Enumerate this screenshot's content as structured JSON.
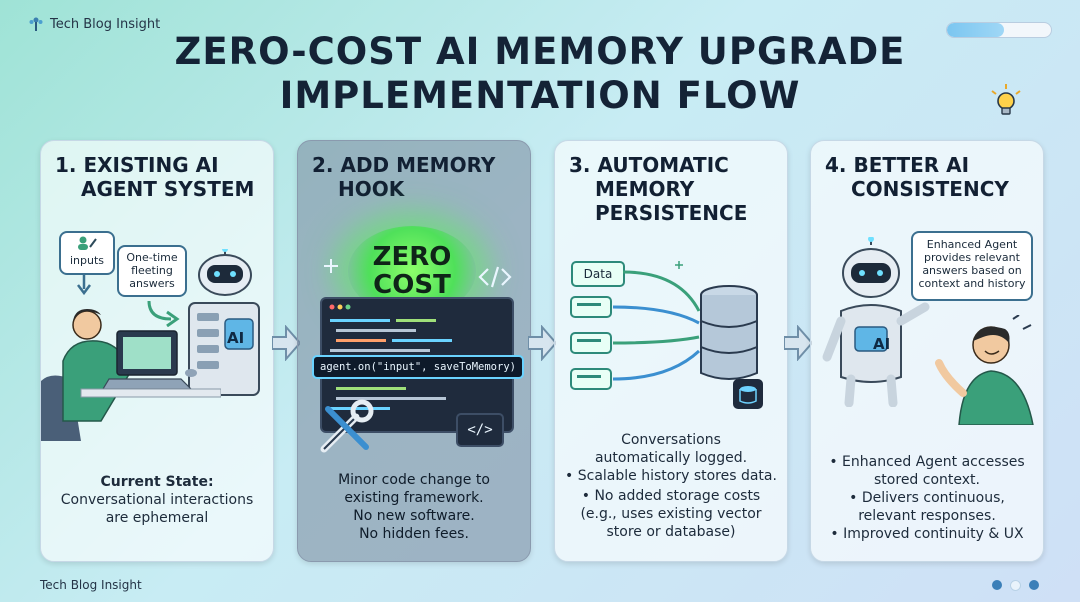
{
  "brand": {
    "name": "Tech Blog Insight"
  },
  "footer": {
    "brand": "Tech Blog Insight"
  },
  "header": {
    "title_line1": "ZERO-COST AI MEMORY UPGRADE",
    "title_line2": "IMPLEMENTATION FLOW"
  },
  "progress": {
    "fraction": 0.55
  },
  "steps": [
    {
      "title_line1": "1.  EXISTING AI",
      "title_line2": "AGENT SYSTEM",
      "bubble_inputs": "inputs",
      "bubble_answers_1": "One-time",
      "bubble_answers_2": "fleeting",
      "bubble_answers_3": "answers",
      "robot_label": "AI",
      "state_heading": "Current State:",
      "state_line1": "Conversational interactions",
      "state_line2": "are ephemeral"
    },
    {
      "title_line1": "2.  ADD MEMORY",
      "title_line2": "HOOK",
      "badge_line1": "ZERO",
      "badge_line2": "COST",
      "code_call": "agent.on(\"input\", saveToMemory)",
      "code_icon": "</>",
      "text_line1": "Minor code change to",
      "text_line2": "existing framework.",
      "text_line3": "No new software.",
      "text_line4": "No hidden fees."
    },
    {
      "title_line1": "3.  AUTOMATIC",
      "title_line2": "MEMORY",
      "title_line3": "PERSISTENCE",
      "data_tag": "Data",
      "text_line1": "Conversations",
      "text_line2": "automatically logged.",
      "text_line3": "• Scalable history stores data.",
      "text_line4": "• No added storage costs",
      "text_line5": "(e.g., uses existing vector",
      "text_line6": "store or database)"
    },
    {
      "title_line1": "4.  BETTER AI",
      "title_line2": "CONSISTENCY",
      "bubble_line1": "Enhanced Agent",
      "bubble_line2": "provides relevant",
      "bubble_line3": "answers based on",
      "bubble_line4": "context and history",
      "robot_label": "AI",
      "text_line1": "• Enhanced Agent accesses",
      "text_line2": "stored context.",
      "text_line3": "• Delivers continuous,",
      "text_line4": "relevant responses.",
      "text_line5": "• Improved continuity & UX"
    }
  ],
  "colors": {
    "accent_green": "#4fe05a",
    "dark_navy": "#142336",
    "teal": "#2d8a7a",
    "card_active": "#7a8a9e"
  },
  "icons": [
    "tree-logo-icon",
    "lightbulb-icon",
    "robot-icon",
    "person-icon",
    "laptop-icon",
    "database-icon",
    "wrench-icon",
    "code-icon",
    "arrow-right-icon"
  ]
}
